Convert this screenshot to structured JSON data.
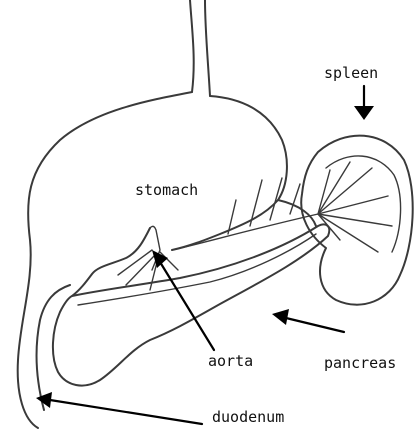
{
  "labels": {
    "stomach": "stomach",
    "spleen": "spleen",
    "aorta": "aorta",
    "pancreas": "pancreas",
    "duodenum": "duodenum"
  },
  "colors": {
    "line": "#3a3a3a",
    "arrow": "#000000",
    "background": "#ffffff"
  }
}
